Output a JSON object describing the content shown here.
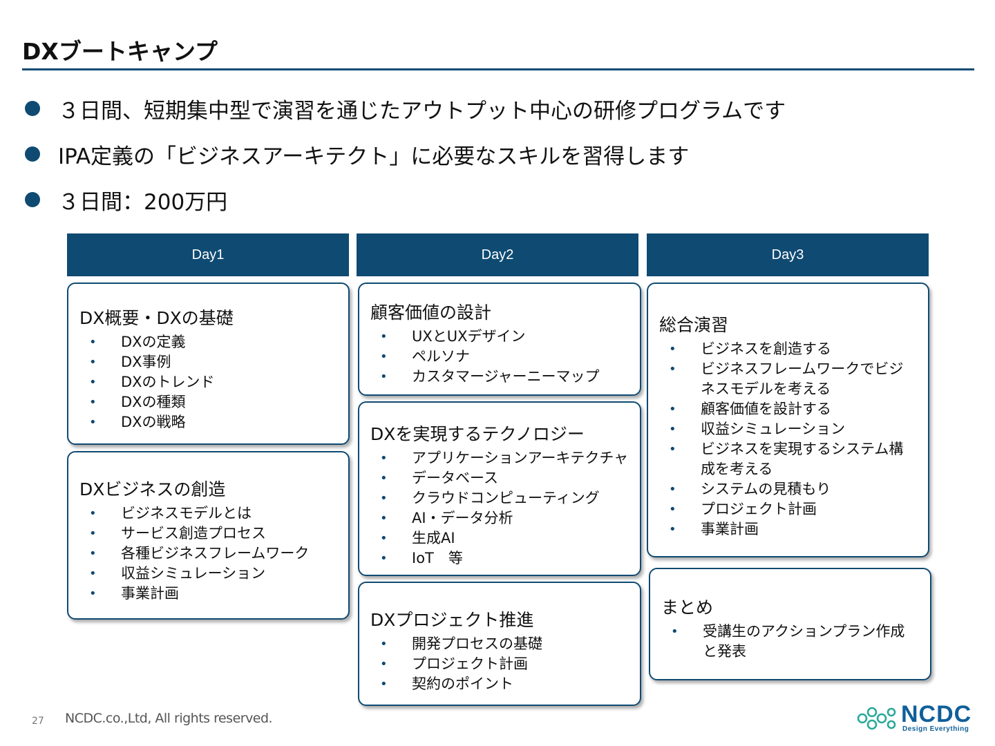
{
  "slide": {
    "title": "DXブートキャンプ",
    "bullets": [
      "３日間、短期集中型で演習を通じたアウトプット中心の研修プログラムです",
      "IPA定義の「ビジネスアーキテクト」に必要なスキルを習得します",
      "３日間：200万円"
    ]
  },
  "days": [
    {
      "header": "Day1",
      "cards": [
        {
          "title": "DX概要・DXの基礎",
          "items": [
            "DXの定義",
            "DX事例",
            "DXのトレンド",
            "DXの種類",
            "DXの戦略"
          ]
        },
        {
          "title": "DXビジネスの創造",
          "items": [
            "ビジネスモデルとは",
            "サービス創造プロセス",
            "各種ビジネスフレームワーク",
            "収益シミュレーション",
            "事業計画"
          ]
        }
      ]
    },
    {
      "header": "Day2",
      "cards": [
        {
          "title": "顧客価値の設計",
          "items": [
            "UXとUXデザイン",
            "ペルソナ",
            "カスタマージャーニーマップ"
          ]
        },
        {
          "title": "DXを実現するテクノロジー",
          "items": [
            "アプリケーションアーキテクチャ",
            "データベース",
            "クラウドコンピューティング",
            "AI・データ分析",
            "生成AI",
            "IoT　等"
          ]
        },
        {
          "title": "DXプロジェクト推進",
          "items": [
            "開発プロセスの基礎",
            "プロジェクト計画",
            "契約のポイント"
          ]
        }
      ]
    },
    {
      "header": "Day3",
      "cards": [
        {
          "title": "総合演習",
          "items": [
            "ビジネスを創造する",
            "ビジネスフレームワークでビジネスモデルを考える",
            "顧客価値を設計する",
            "収益シミュレーション",
            "ビジネスを実現するシステム構成を考える",
            "システムの見積もり",
            "プロジェクト計画",
            "事業計画"
          ]
        },
        {
          "title": "まとめ",
          "items": [
            "受講生のアクションプラン作成と発表"
          ]
        }
      ]
    }
  ],
  "footer": {
    "page_number": "27",
    "copyright": "NCDC.co.,Ltd, All rights reserved.",
    "logo_text": "NCDC",
    "logo_tagline": "Design Everything",
    "logo_icon": "ncdc-molecule-icon"
  },
  "colors": {
    "primary": "#0f4a72",
    "logo": "#0f5f9a",
    "logo_accent": "#2aa89a"
  }
}
